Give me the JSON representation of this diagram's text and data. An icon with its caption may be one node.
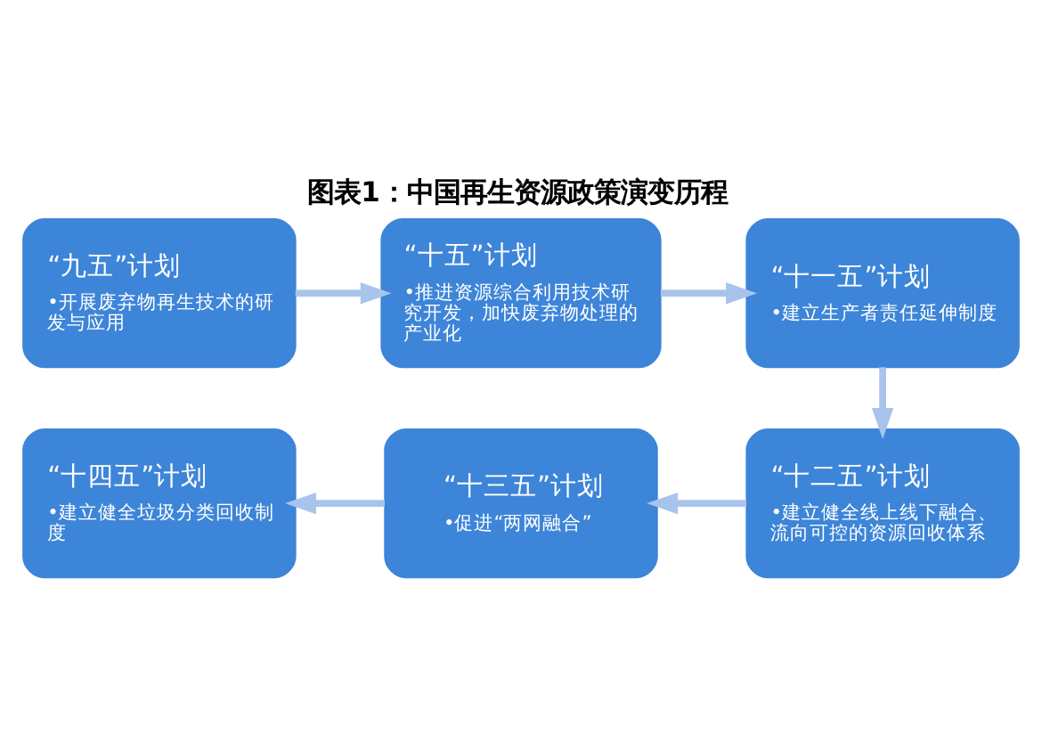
{
  "diagram": {
    "title": "图表1：中国再生资源政策演变历程",
    "nodes": [
      {
        "text": [
          "“九五”计划",
          "•开展废弃物再生技术的研发与应用"
        ]
      },
      {
        "text": [
          "“十五”计划",
          "•推进资源综合利用技术研究开发，加快废弃物处理的产业化"
        ]
      },
      {
        "text": [
          "“十一五”计划",
          "•建立生产者责任延伸制度"
        ]
      },
      {
        "text": [
          "“十二五”计划",
          "•建立健全线上线下融合、流向可控的资源回收体系"
        ]
      },
      {
        "text": [
          "“十三五”计划",
          "•促进“两网融合”"
        ]
      },
      {
        "text": [
          "“十四五”计划",
          "•建立健全垃圾分类回收制度"
        ]
      }
    ],
    "edges": [
      {
        "from": 0,
        "to": 1,
        "arrow": "to"
      },
      {
        "from": 1,
        "to": 2,
        "arrow": "to"
      },
      {
        "from": 2,
        "to": 3,
        "arrow": "to"
      },
      {
        "from": 3,
        "to": 4,
        "arrow": "to"
      },
      {
        "from": 4,
        "to": 5,
        "arrow": "to"
      }
    ]
  }
}
